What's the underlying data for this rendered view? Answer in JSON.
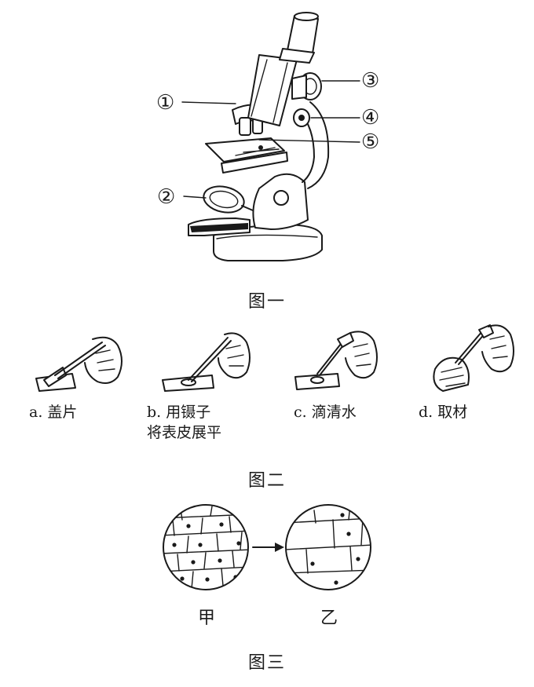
{
  "figure1": {
    "caption": "图一",
    "callouts": [
      "①",
      "②",
      "③",
      "④",
      "⑤"
    ]
  },
  "figure2": {
    "caption": "图二",
    "steps": [
      {
        "label_line1": "a. 盖片",
        "label_line2": ""
      },
      {
        "label_line1": "b. 用镊子",
        "label_line2": "将表皮展平"
      },
      {
        "label_line1": "c. 滴清水",
        "label_line2": ""
      },
      {
        "label_line1": "d. 取材",
        "label_line2": ""
      }
    ]
  },
  "figure3": {
    "caption": "图三",
    "left_label": "甲",
    "right_label": "乙"
  }
}
